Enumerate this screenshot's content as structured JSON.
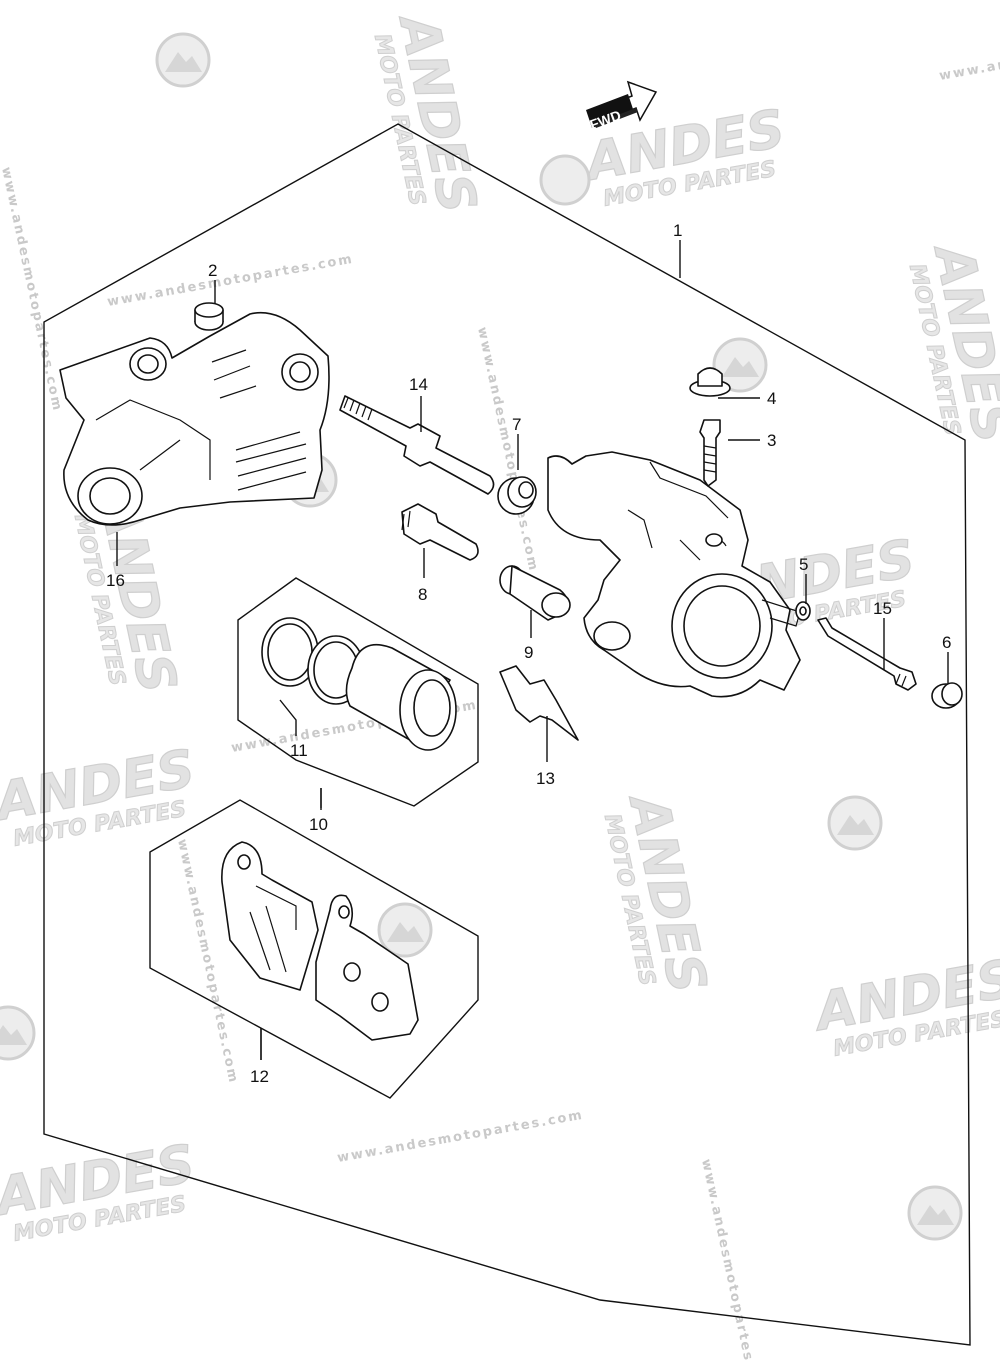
{
  "watermark": {
    "url": "www.andesmotopartes.com",
    "brand": "ANDES",
    "subtitle": "MOTO PARTES"
  },
  "direction_indicator": {
    "label": "FWD"
  },
  "callouts": [
    {
      "id": "c1",
      "label": "1"
    },
    {
      "id": "c2",
      "label": "2"
    },
    {
      "id": "c3",
      "label": "3"
    },
    {
      "id": "c4",
      "label": "4"
    },
    {
      "id": "c5",
      "label": "5"
    },
    {
      "id": "c6",
      "label": "6"
    },
    {
      "id": "c7",
      "label": "7"
    },
    {
      "id": "c8",
      "label": "8"
    },
    {
      "id": "c9",
      "label": "9"
    },
    {
      "id": "c10",
      "label": "10"
    },
    {
      "id": "c11",
      "label": "11"
    },
    {
      "id": "c12",
      "label": "12"
    },
    {
      "id": "c13",
      "label": "13"
    },
    {
      "id": "c14",
      "label": "14"
    },
    {
      "id": "c15",
      "label": "15"
    },
    {
      "id": "c16",
      "label": "16"
    }
  ]
}
